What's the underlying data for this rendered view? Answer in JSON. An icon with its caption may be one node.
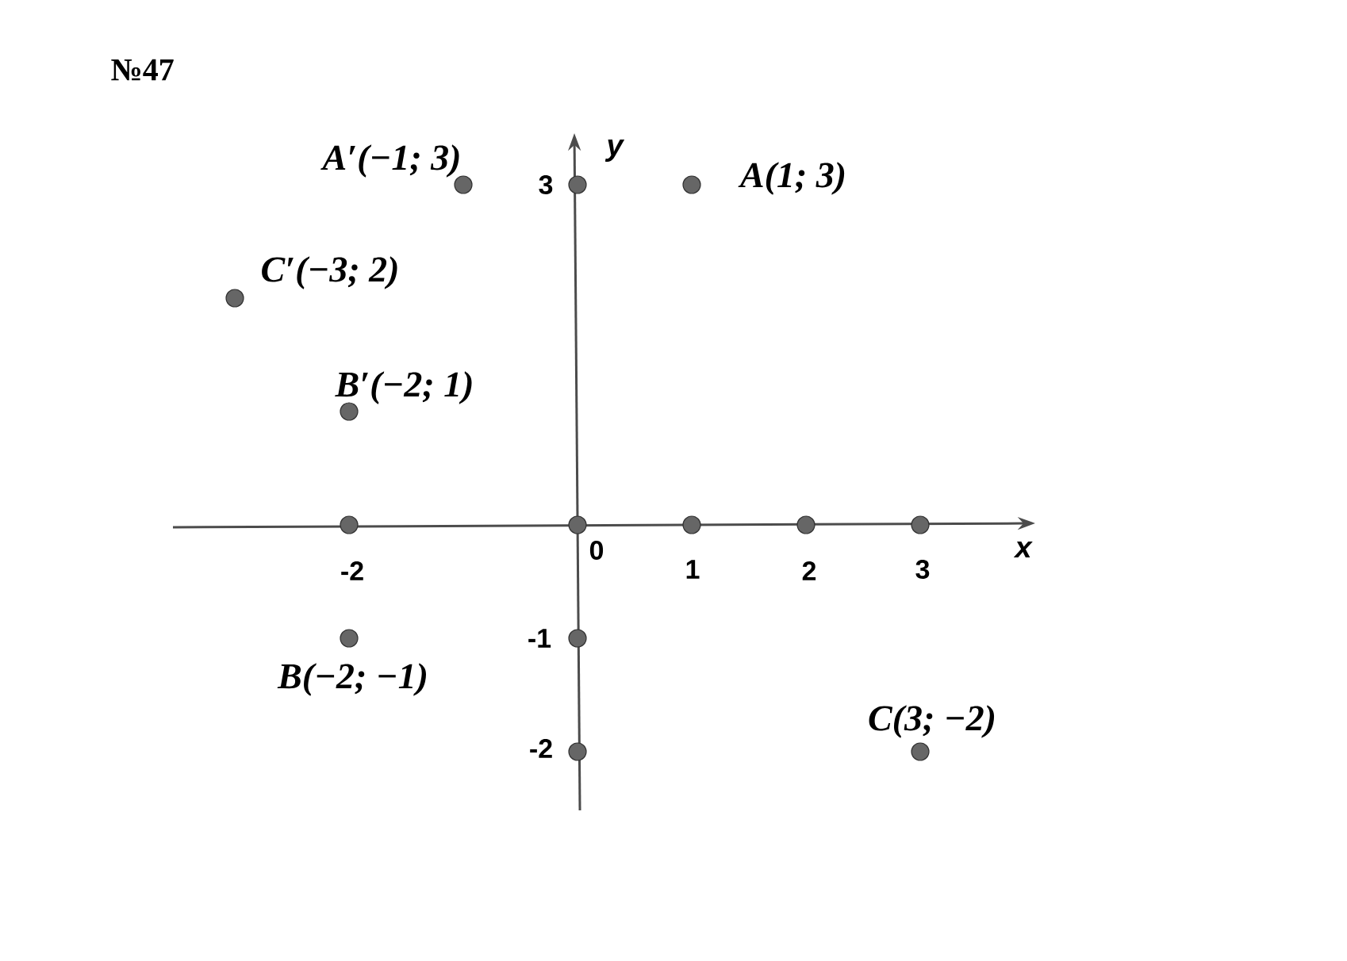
{
  "diagram": {
    "title": "№47",
    "nodes": [
      {
        "text": [],
        "shape": "circle",
        "beside": [
          "A′(−1; 3)"
        ]
      },
      {
        "text": [],
        "shape": "circle",
        "beside": [
          "3"
        ]
      },
      {
        "text": [],
        "shape": "circle",
        "beside": [
          "A(1; 3)"
        ]
      },
      {
        "text": [],
        "shape": "circle",
        "beside": [
          "C′(−3; 2)"
        ]
      },
      {
        "text": [],
        "shape": "circle",
        "beside": [
          "B′(−2; 1)"
        ]
      },
      {
        "text": [],
        "shape": "circle",
        "beside": [
          "-2"
        ]
      },
      {
        "text": [],
        "shape": "circle",
        "beside": [
          "0"
        ]
      },
      {
        "text": [],
        "shape": "circle",
        "beside": [
          "1"
        ]
      },
      {
        "text": [],
        "shape": "circle",
        "beside": [
          "2"
        ]
      },
      {
        "text": [],
        "shape": "circle",
        "beside": [
          "3"
        ]
      },
      {
        "text": [],
        "shape": "circle",
        "beside": [
          "B(−2; −1)"
        ]
      },
      {
        "text": [],
        "shape": "circle",
        "beside": [
          "-1"
        ]
      },
      {
        "text": [],
        "shape": "circle",
        "beside": [
          "-2"
        ]
      },
      {
        "text": [],
        "shape": "circle",
        "beside": [
          "C(3; −2)"
        ]
      }
    ],
    "labels": [
      "y",
      "x"
    ]
  }
}
